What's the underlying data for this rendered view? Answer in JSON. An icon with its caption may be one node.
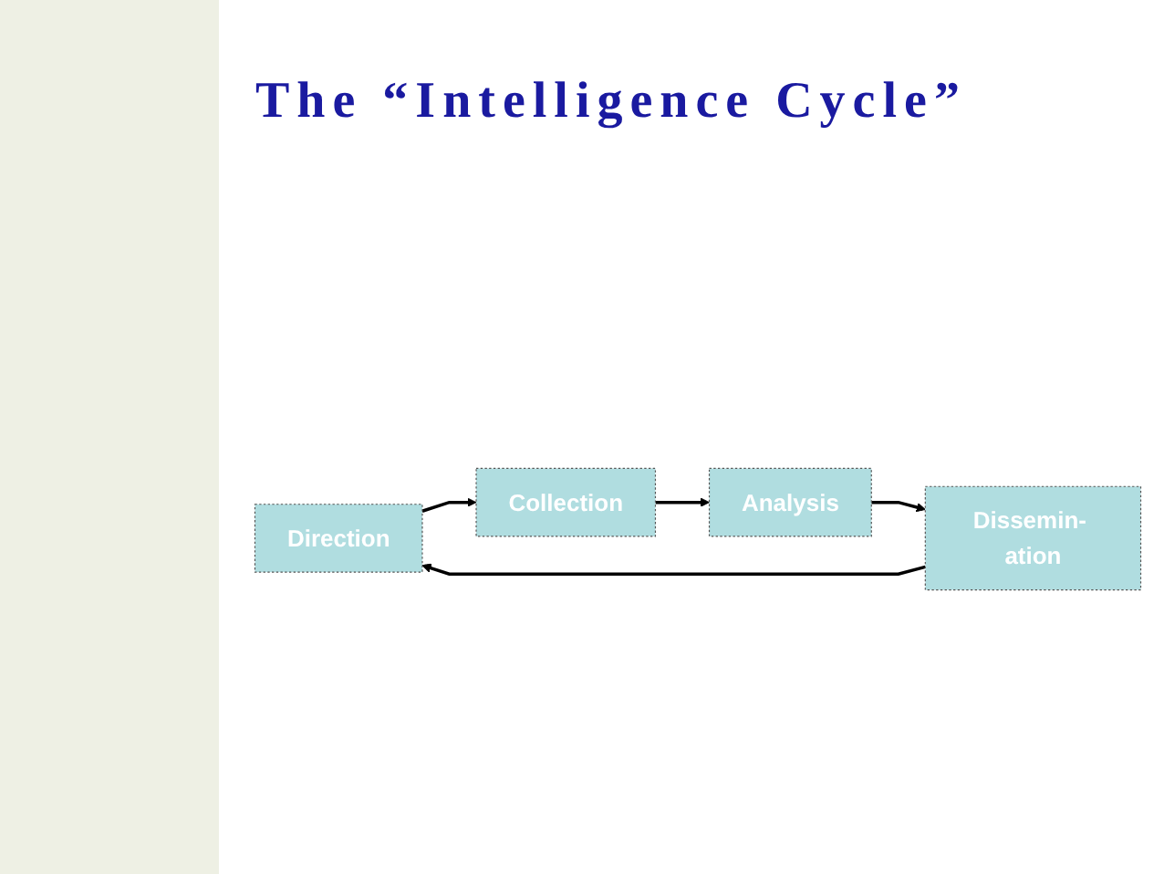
{
  "diagram": {
    "title": "The “Intelligence Cycle”",
    "nodes": [
      {
        "text": [
          "Direction"
        ]
      },
      {
        "text": [
          "Dissemin- ation"
        ]
      },
      {
        "text": [
          "Collection"
        ]
      },
      {
        "text": [
          "Analysis"
        ]
      }
    ],
    "edges": [
      {
        "from": 1,
        "to": 0,
        "arrow": "to"
      },
      {
        "from": 0,
        "to": 2,
        "arrow": "to"
      },
      {
        "from": 2,
        "to": 3,
        "arrow": "to"
      },
      {
        "from": 3,
        "to": 1,
        "arrow": "to"
      }
    ]
  }
}
